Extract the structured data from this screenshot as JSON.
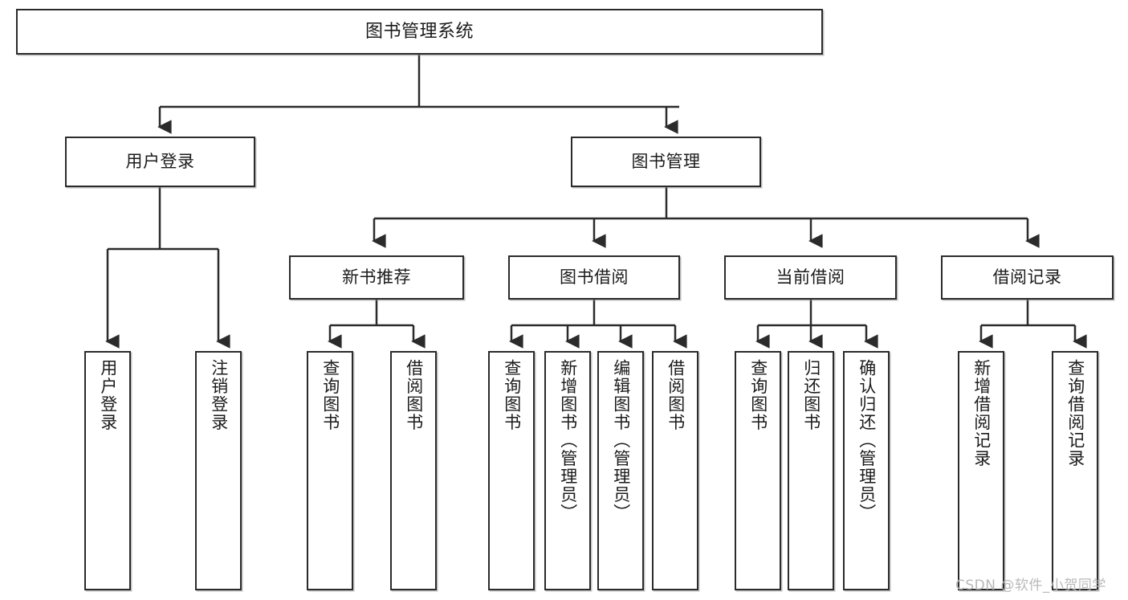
{
  "diagram": {
    "title": "图书管理系统",
    "type": "tree-hierarchy",
    "root": {
      "label": "图书管理系统"
    },
    "level2": [
      {
        "label": "用户登录"
      },
      {
        "label": "图书管理"
      }
    ],
    "level3": [
      {
        "label": "新书推荐"
      },
      {
        "label": "图书借阅"
      },
      {
        "label": "当前借阅"
      },
      {
        "label": "借阅记录"
      }
    ],
    "leaves": {
      "user_login": [
        {
          "label": "用户登录"
        },
        {
          "label": "注销登录"
        }
      ],
      "new_book_recommend": [
        {
          "label": "查询图书"
        },
        {
          "label": "借阅图书"
        }
      ],
      "book_borrow": [
        {
          "label": "查询图书"
        },
        {
          "label": "新增图书（管理员）"
        },
        {
          "label": "编辑图书（管理员）"
        },
        {
          "label": "借阅图书"
        }
      ],
      "current_borrow": [
        {
          "label": "查询图书"
        },
        {
          "label": "归还图书"
        },
        {
          "label": "确认归还（管理员）"
        }
      ],
      "borrow_record": [
        {
          "label": "新增借阅记录"
        },
        {
          "label": "查询借阅记录"
        }
      ]
    }
  },
  "watermark": {
    "text": "CSDN @软件_小贺同学"
  },
  "colors": {
    "border": "#2b2b2b",
    "background": "#ffffff",
    "text": "#1b1b1b",
    "watermark": "#b9b9b9"
  }
}
